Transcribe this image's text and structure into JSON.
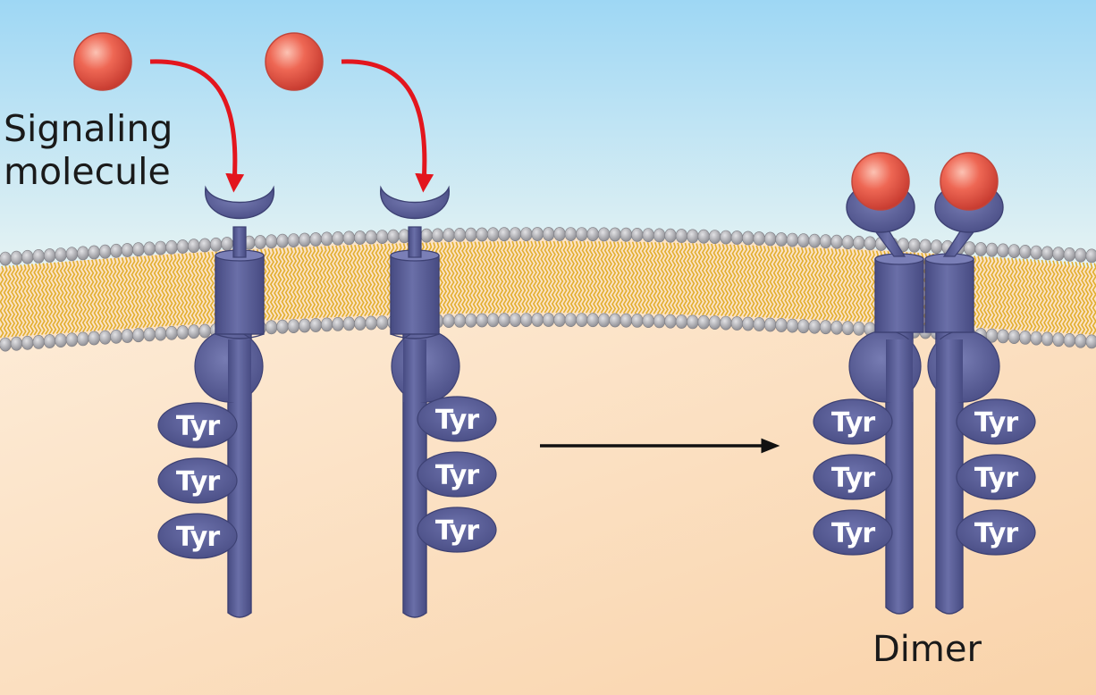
{
  "labels": {
    "signal_line1": "Signaling",
    "signal_line2": "molecule",
    "dimer": "Dimer",
    "domain": "Tyr"
  },
  "colors": {
    "extracellular": "#a9dcf4",
    "cytoplasm": "#fbe0c2",
    "receptor": "#5c6098",
    "receptor_dark": "#3d4173",
    "phospholipid_head": "#a4a4a8",
    "lipid_tail": "#e9b838",
    "ligand": "#e8574a",
    "binding_arrow": "#e3161e",
    "process_arrow": "#111111"
  },
  "icons": {
    "ligand": "sphere",
    "receptor": "receptor-tyrosine-kinase",
    "membrane": "phospholipid-bilayer"
  },
  "diagram": {
    "receptors": [
      {
        "id": "monomer-1",
        "state": "unbound",
        "tyr_domains": 3,
        "tyr_side": "left"
      },
      {
        "id": "monomer-2",
        "state": "unbound",
        "tyr_domains": 3,
        "tyr_side": "right"
      },
      {
        "id": "dimer",
        "state": "bound",
        "subunits": 2,
        "tyr_domains_per_subunit": 3
      }
    ]
  }
}
